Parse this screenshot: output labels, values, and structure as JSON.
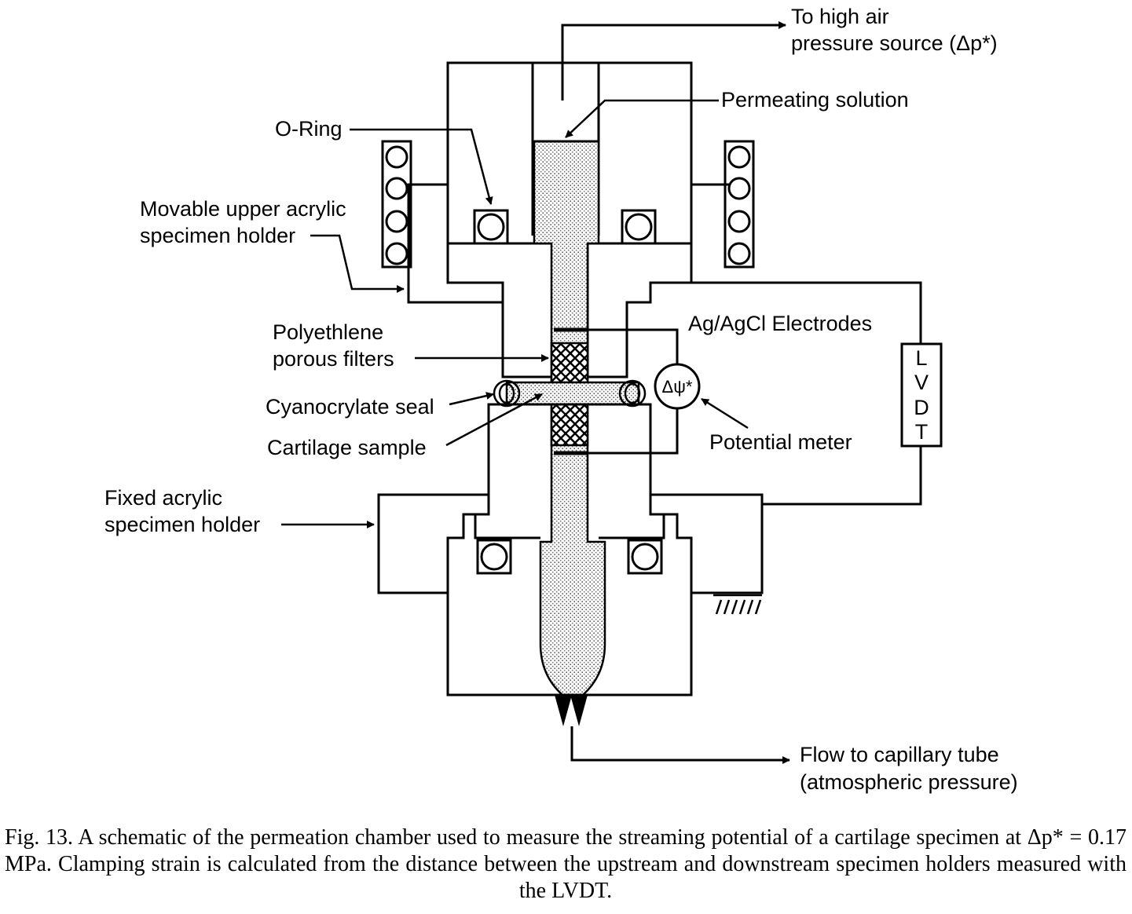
{
  "labels": {
    "air_source_line1": "To high air",
    "air_source_line2": "pressure source (Δp*)",
    "permeating_solution": "Permeating solution",
    "o_ring": "O-Ring",
    "upper_holder_line1": "Movable upper acrylic",
    "upper_holder_line2": "specimen holder",
    "electrodes": "Ag/AgCl Electrodes",
    "filters_line1": "Polyethlene",
    "filters_line2": "porous filters",
    "seal": "Cyanocrylate seal",
    "sample": "Cartilage sample",
    "meter_symbol": "Δψ*",
    "meter": "Potential meter",
    "lvdt_letters": [
      "L",
      "V",
      "D",
      "T"
    ],
    "fixed_holder_line1": "Fixed acrylic",
    "fixed_holder_line2": "specimen holder",
    "flow_line1": "Flow to capillary tube",
    "flow_line2": "(atmospheric pressure)"
  },
  "caption": "Fig. 13. A schematic of the permeation chamber used to measure the streaming potential of a cartilage specimen at Δp* = 0.17 MPa. Clamping strain is calculated from the distance between the upstream and downstream specimen holders measured with the LVDT."
}
